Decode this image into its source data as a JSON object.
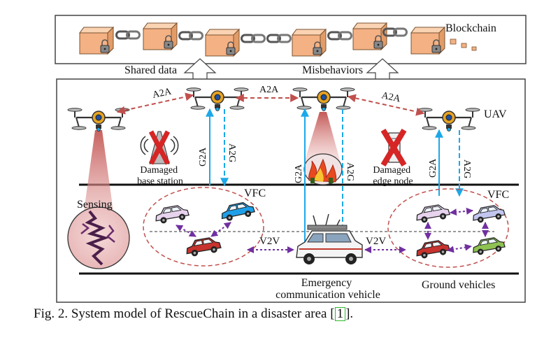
{
  "blockchain": {
    "label": "Blockchain"
  },
  "uplinks": {
    "shared_data": "Shared data",
    "misbehaviors": "Misbehaviors"
  },
  "layers": {
    "uav": "UAV",
    "vfc": "VFC",
    "ground_vehicles": "Ground vehicles"
  },
  "links": {
    "a2a": "A2A",
    "g2a": "G2A",
    "a2g": "A2G",
    "v2v": "V2V"
  },
  "nodes": {
    "sensing": "Sensing",
    "damaged_base_station": [
      "Damaged",
      "base station"
    ],
    "damaged_edge_node": [
      "Damaged",
      "edge node"
    ],
    "emergency_vehicle": [
      "Emergency",
      "communication vehicle"
    ]
  },
  "caption": {
    "text": "Fig. 2.  System model of RescueChain in a disaster area [",
    "ref": "1",
    "end": "]."
  },
  "colors": {
    "block": "#f4b183",
    "a2a_arrow": "#c0504d",
    "air_ground_arrow": "#1ca8e8",
    "v2v_arrow": "#7030a0",
    "vfc_circle": "#c0504d",
    "car_pink": "#e7d3ee",
    "car_blue": "#1f9fe8",
    "car_red": "#c7332e",
    "car_green": "#8ec252",
    "car_lavender": "#c2c6ef"
  }
}
